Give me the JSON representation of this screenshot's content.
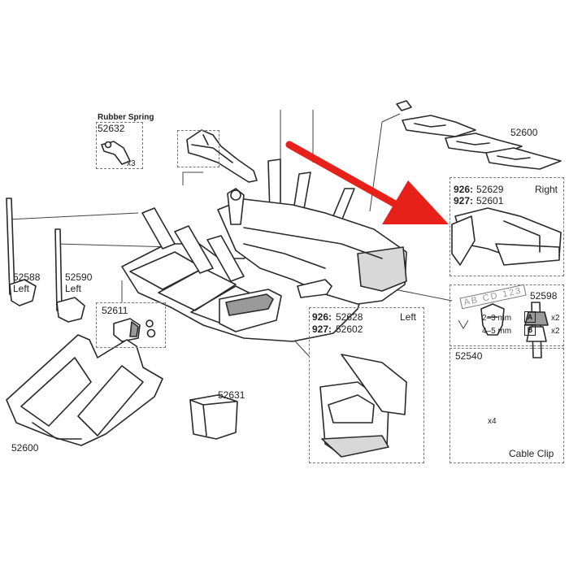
{
  "rubber_spring": {
    "title": "Rubber Spring",
    "number": "52632",
    "qty": "x3"
  },
  "part_52600_top": {
    "number": "52600"
  },
  "part_52600_bottom": {
    "number": "52600"
  },
  "left_post": {
    "number": "52588",
    "side": "Left"
  },
  "right_post": {
    "number": "52590",
    "side": "Left"
  },
  "part_52611": {
    "number": "52611"
  },
  "part_52631": {
    "number": "52631"
  },
  "right_clamp": {
    "model_a": "926:",
    "number_a": "52629",
    "model_b": "927:",
    "number_b": "52601",
    "side": "Right"
  },
  "left_clamp": {
    "model_a": "926:",
    "number_a": "52628",
    "model_b": "927:",
    "number_b": "52602",
    "side": "Left"
  },
  "plate_set": {
    "number": "52598",
    "plate_text": "AB CD 123",
    "row_a_size": "2–3 mm",
    "row_a_badge": "A",
    "row_a_qty": "x2",
    "row_b_size": "4–5 mm",
    "row_b_badge": "B",
    "row_b_qty": "x2"
  },
  "cable_clip": {
    "number": "52540",
    "qty": "x4",
    "title": "Cable Clip"
  },
  "colors": {
    "arrow": "#e8201a",
    "line": "#2a2a2a",
    "dashed_box": "#777777"
  }
}
